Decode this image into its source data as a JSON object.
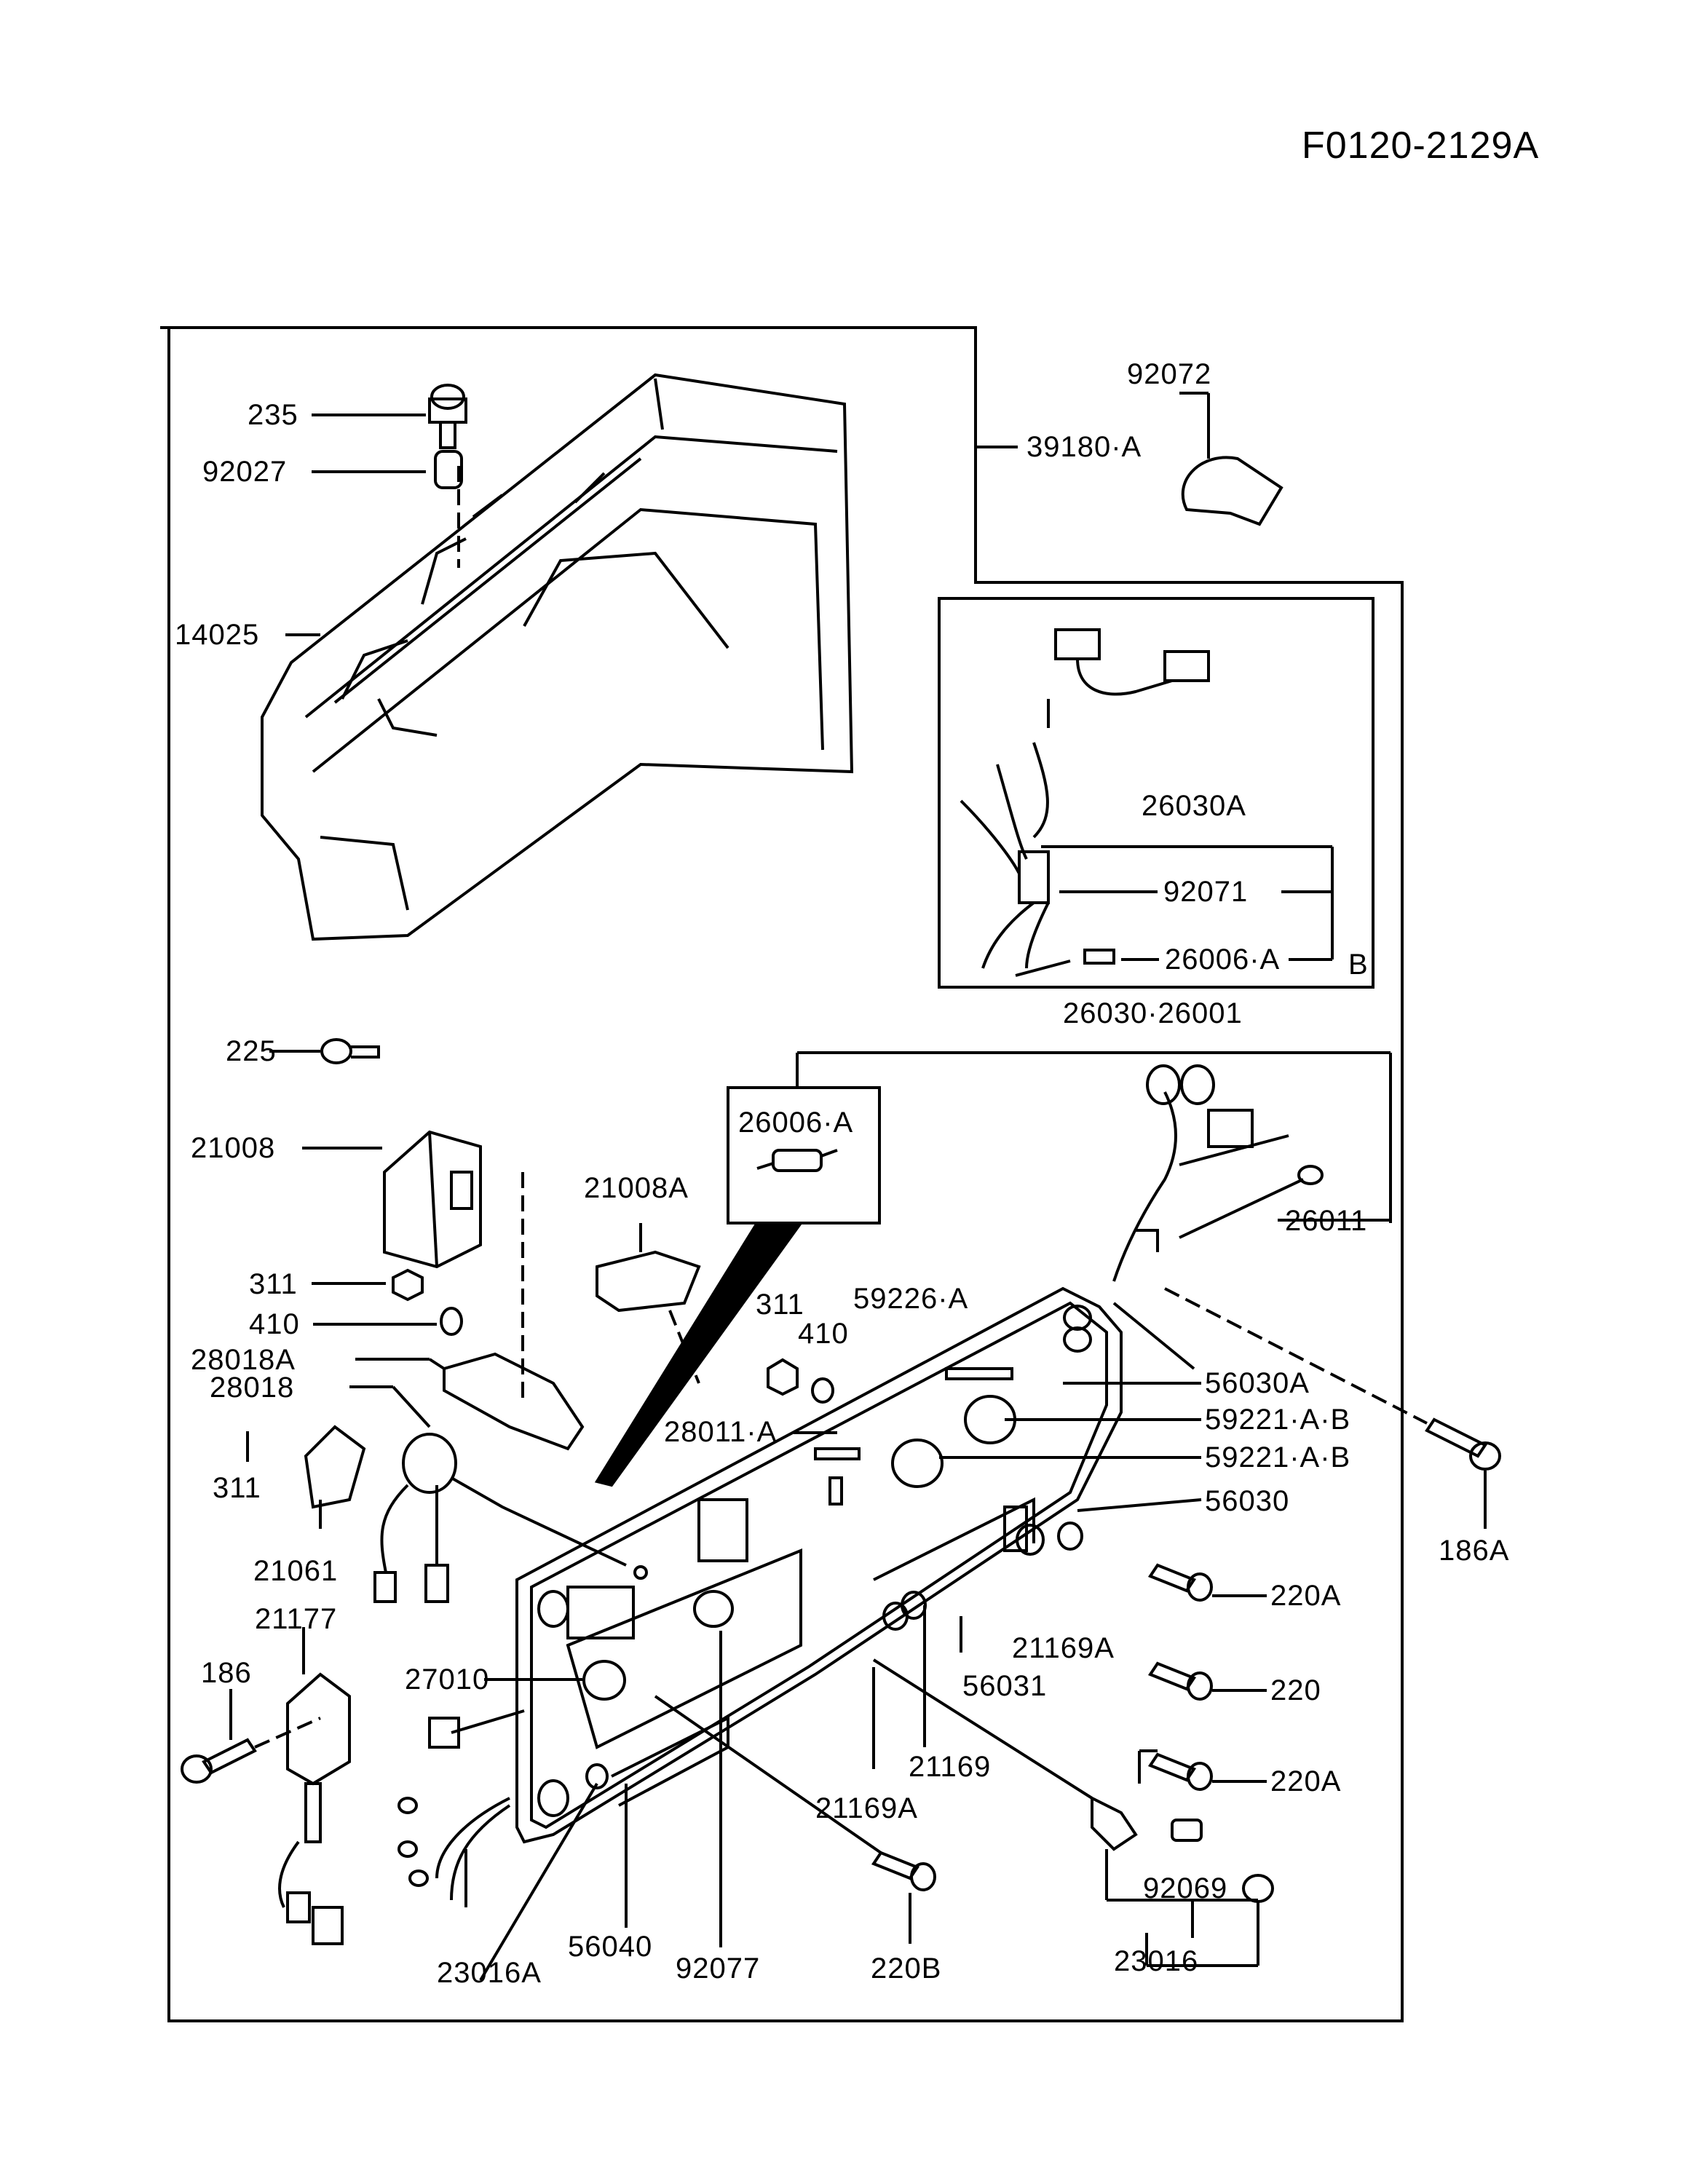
{
  "diagram": {
    "figure_code": "F0120-2129A",
    "inset_marker": "B",
    "parts": {
      "p235": "235",
      "p92027": "92027",
      "p14025": "14025",
      "p92072": "92072",
      "p39180A": "39180·A",
      "p26030A": "26030A",
      "p92071": "92071",
      "p26006A_inset": "26006·A",
      "p26030_26001": "26030·26001",
      "p225": "225",
      "p21008": "21008",
      "p26006A_box": "26006·A",
      "p21008A": "21008A",
      "p26011": "26011",
      "p311_a": "311",
      "p410_a": "410",
      "p311_b": "311",
      "p410_b": "410",
      "p59226A": "59226·A",
      "p28018A": "28018A",
      "p28018": "28018",
      "p56030A": "56030A",
      "p28011A": "28011·A",
      "p59221AB_1": "59221·A·B",
      "p59221AB_2": "59221·A·B",
      "p311_c": "311",
      "p186A": "186A",
      "p56030": "56030",
      "p21061": "21061",
      "p220A_1": "220A",
      "p21177": "21177",
      "p21169A_1": "21169A",
      "p186": "186",
      "p27010": "27010",
      "p56031": "56031",
      "p220": "220",
      "p21169": "21169",
      "p220A_2": "220A",
      "p21169A_2": "21169A",
      "p92069": "92069",
      "p56040": "56040",
      "p92077": "92077",
      "p220B": "220B",
      "p23016": "23016",
      "p23016A": "23016A"
    }
  }
}
